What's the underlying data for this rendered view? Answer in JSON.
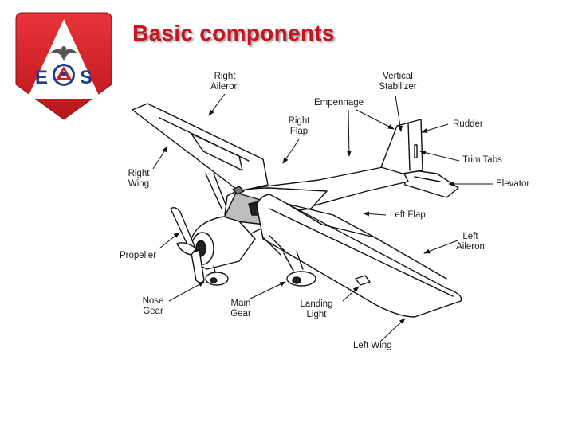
{
  "slide": {
    "title": "Basic components",
    "logo": {
      "left_letter": "E",
      "right_letter": "S",
      "icon": "civil-air-patrol-shield-icon"
    }
  },
  "diagram": {
    "subject": "airplane-icon",
    "labels": {
      "right_aileron": [
        "Right",
        "Aileron"
      ],
      "vertical_stabilizer": [
        "Vertical",
        "Stabilizer"
      ],
      "empennage": "Empennage",
      "right_flap": [
        "Right",
        "Flap"
      ],
      "rudder": "Rudder",
      "right_wing": [
        "Right",
        "Wing"
      ],
      "trim_tabs": "Trim Tabs",
      "elevator": "Elevator",
      "left_flap": "Left Flap",
      "left_aileron": [
        "Left",
        "Aileron"
      ],
      "propeller": "Propeller",
      "nose_gear": [
        "Nose",
        "Gear"
      ],
      "main_gear": [
        "Main",
        "Gear"
      ],
      "landing_light": [
        "Landing",
        "Light"
      ],
      "left_wing": "Left Wing"
    }
  },
  "colors": {
    "title": "#c8141e",
    "logo_red": "#d41f26",
    "ink": "#1a1a1a"
  }
}
